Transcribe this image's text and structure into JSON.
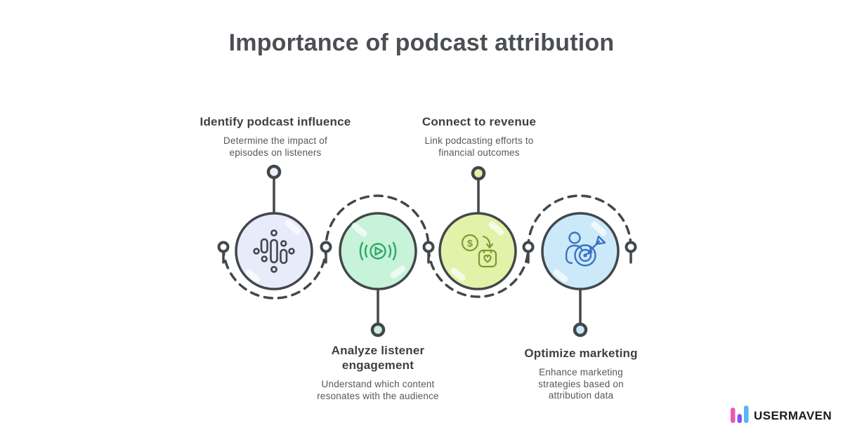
{
  "page": {
    "title": "Importance of podcast attribution"
  },
  "nodes": [
    {
      "id": "identify-podcast-influence",
      "title": "Identify podcast influence",
      "subtitle": "Determine the impact of\nepisodes on listeners",
      "icon": "podcast-dots-icon",
      "label_position": "top",
      "circle_fill": "#e7ebfa",
      "icon_color": "#42474b",
      "pin_fill": "#eef1fb"
    },
    {
      "id": "analyze-listener-engagement",
      "title": "Analyze listener\nengagement",
      "subtitle": "Understand which content\nresonates with the audience",
      "icon": "broadcast-play-icon",
      "label_position": "bottom",
      "circle_fill": "#c6f3da",
      "icon_color": "#2fa865",
      "pin_fill": "#c6f3da"
    },
    {
      "id": "connect-to-revenue",
      "title": "Connect to revenue",
      "subtitle": "Link podcasting efforts to\nfinancial outcomes",
      "icon": "dollar-donation-icon",
      "icon_glyph": "$",
      "label_position": "top",
      "circle_fill": "#e2f2a9",
      "icon_color": "#7f9833",
      "pin_fill": "#e2f2a9"
    },
    {
      "id": "optimize-marketing",
      "title": "Optimize marketing",
      "subtitle": "Enhance marketing\nstrategies based on\nattribution data",
      "icon": "person-target-icon",
      "label_position": "bottom",
      "circle_fill": "#cbe9f8",
      "icon_color": "#3b72c4",
      "pin_fill": "#cbe9f8"
    }
  ],
  "brand": {
    "name": "USERMAVEN",
    "bar_colors": [
      "#ef55b2",
      "#8455f0",
      "#55b6f2"
    ]
  },
  "colors": {
    "ink": "#42474b",
    "background": "#ffffff"
  }
}
